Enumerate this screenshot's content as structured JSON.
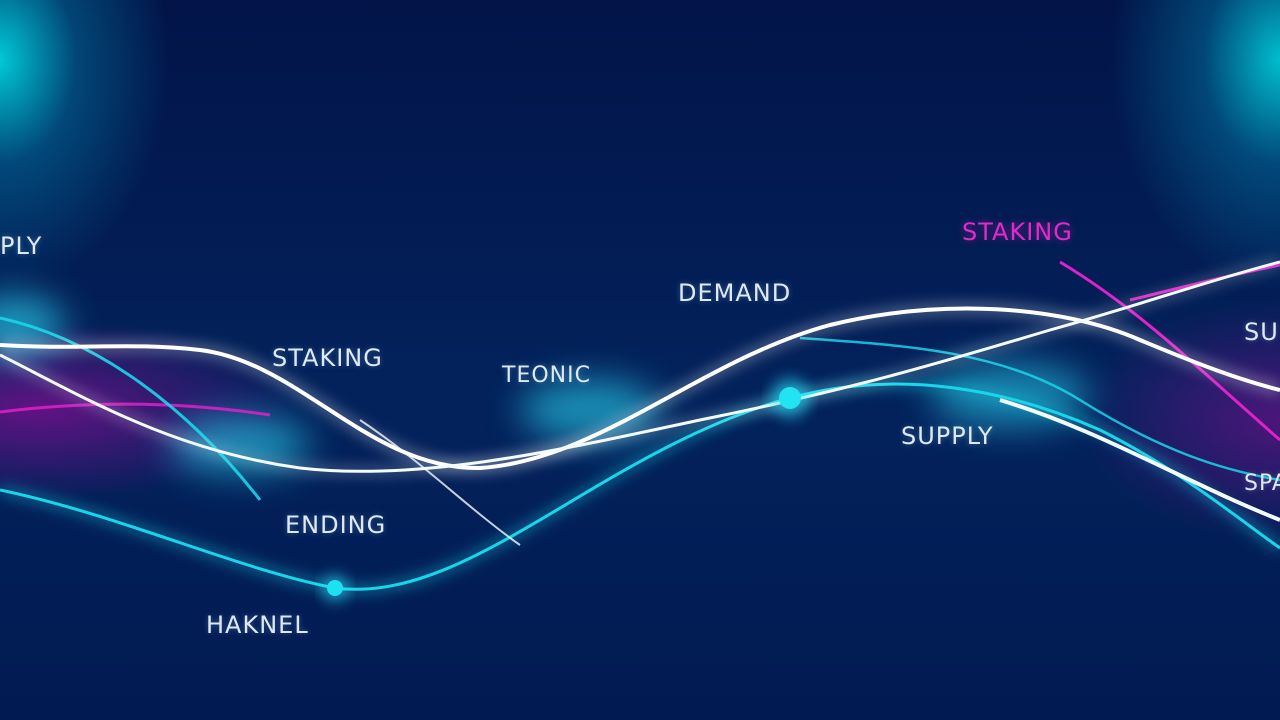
{
  "labels": {
    "supply_left": "PLY",
    "demand": "DEMAND",
    "staking_top_right": "STAKING",
    "staking_left": "STAKING",
    "teonic": "TEONIC",
    "supply_right_edge": "SU",
    "supply_center": "SUPPLY",
    "ending": "ENDING",
    "spa_edge": "SPA",
    "haknel": "HAKNEL"
  },
  "colors": {
    "background": "#021749",
    "white_line": "#ffffff",
    "cyan_line": "#14d2e6",
    "magenta_line": "#e020c8",
    "glow": "#2ee8ff"
  }
}
